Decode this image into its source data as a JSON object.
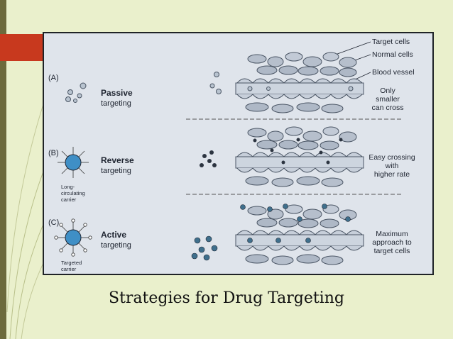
{
  "slide": {
    "caption": "Strategies for Drug Targeting",
    "accent_color": "#c8391e",
    "background_color": "#eaf0cc"
  },
  "figure": {
    "labels": {
      "target_cells": "Target cells",
      "normal_cells": "Normal cells",
      "blood_vessel": "Blood vessel"
    },
    "panels": [
      {
        "letter": "(A)",
        "title": "Passive",
        "subtitle": "targeting",
        "carrier": "",
        "note_lines": [
          "Only",
          "smaller",
          "can cross"
        ]
      },
      {
        "letter": "(B)",
        "title": "Reverse",
        "subtitle": "targeting",
        "carrier": "Long-circulating carrier",
        "carrier_lines": [
          "Long-",
          "circulating",
          "carrier"
        ],
        "note_lines": [
          "Easy crossing",
          "with",
          "higher rate"
        ]
      },
      {
        "letter": "(C)",
        "title": "Active",
        "subtitle": "targeting",
        "carrier": "Targeted carrier",
        "carrier_lines": [
          "Targeted",
          "carrier"
        ],
        "note_lines": [
          "Maximum",
          "approach to",
          "target cells"
        ]
      }
    ]
  }
}
